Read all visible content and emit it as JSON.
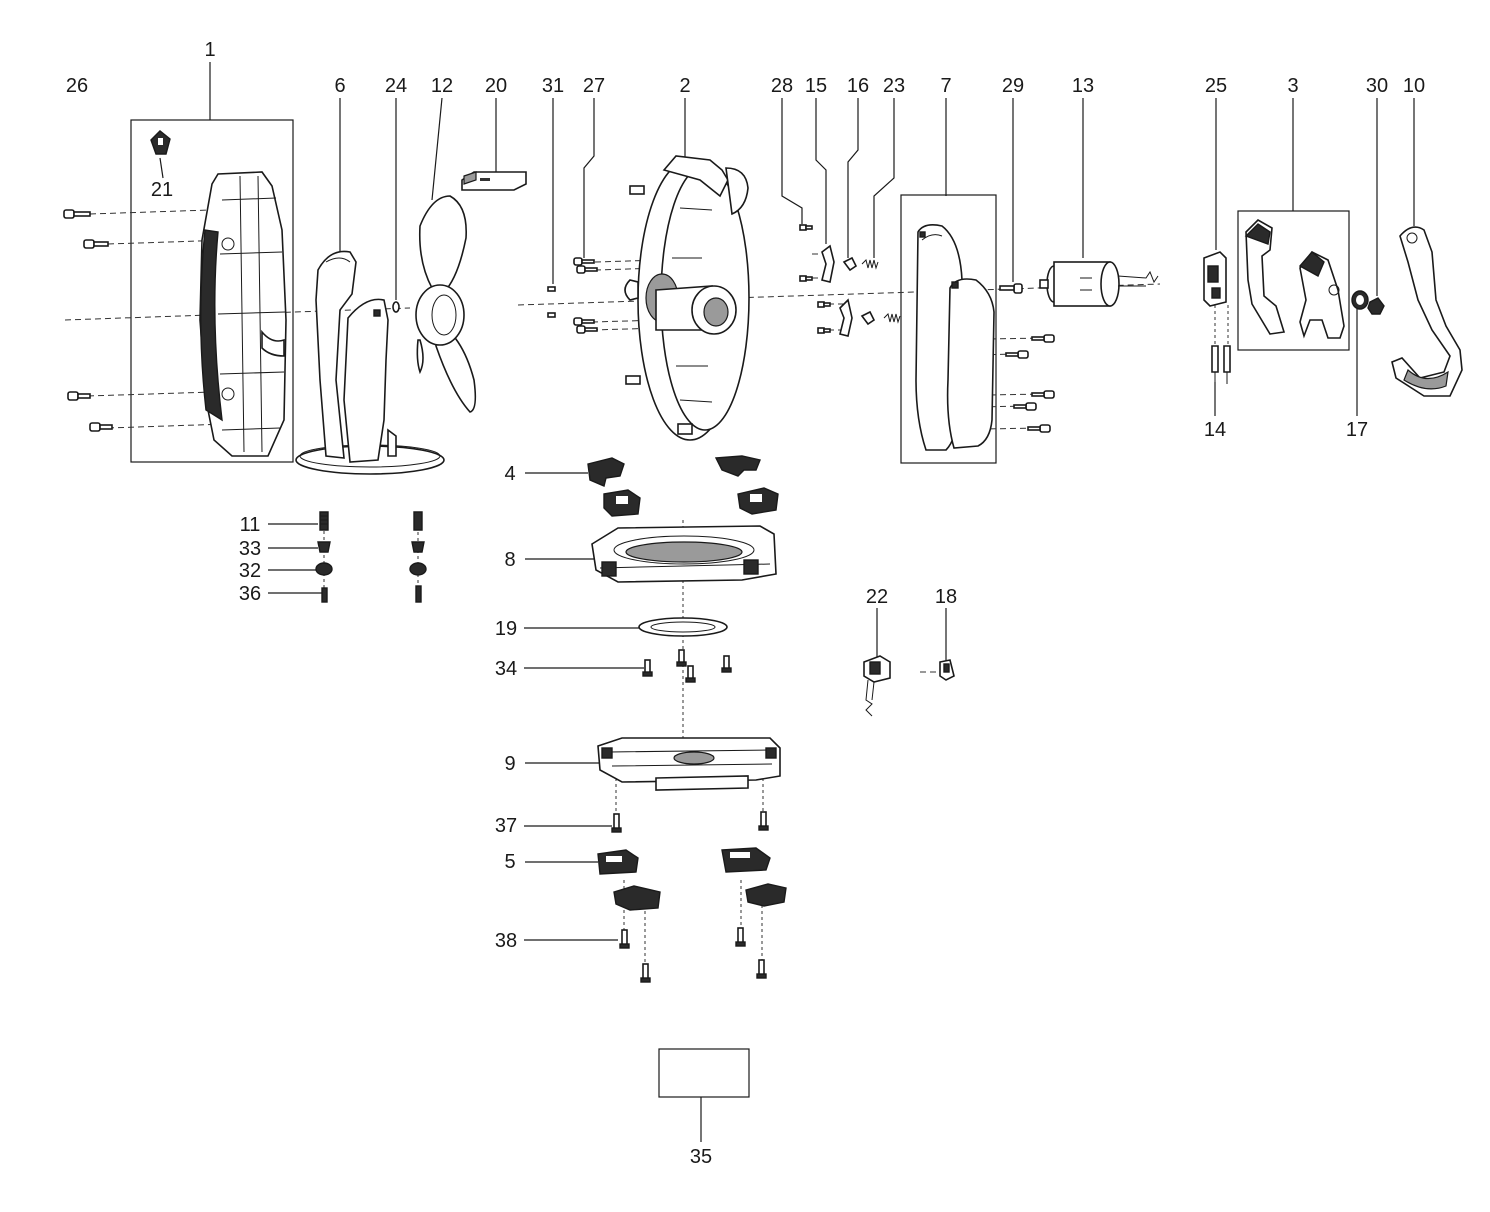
{
  "callouts": [
    {
      "id": "1",
      "label": "1"
    },
    {
      "id": "2",
      "label": "2"
    },
    {
      "id": "3",
      "label": "3"
    },
    {
      "id": "4",
      "label": "4"
    },
    {
      "id": "5",
      "label": "5"
    },
    {
      "id": "6",
      "label": "6"
    },
    {
      "id": "7",
      "label": "7"
    },
    {
      "id": "8",
      "label": "8"
    },
    {
      "id": "9",
      "label": "9"
    },
    {
      "id": "10",
      "label": "10"
    },
    {
      "id": "11",
      "label": "11"
    },
    {
      "id": "12",
      "label": "12"
    },
    {
      "id": "13",
      "label": "13"
    },
    {
      "id": "14",
      "label": "14"
    },
    {
      "id": "15",
      "label": "15"
    },
    {
      "id": "16",
      "label": "16"
    },
    {
      "id": "17",
      "label": "17"
    },
    {
      "id": "18",
      "label": "18"
    },
    {
      "id": "19",
      "label": "19"
    },
    {
      "id": "20",
      "label": "20"
    },
    {
      "id": "21",
      "label": "21"
    },
    {
      "id": "22",
      "label": "22"
    },
    {
      "id": "23",
      "label": "23"
    },
    {
      "id": "24",
      "label": "24"
    },
    {
      "id": "25",
      "label": "25"
    },
    {
      "id": "26",
      "label": "26"
    },
    {
      "id": "27",
      "label": "27"
    },
    {
      "id": "28",
      "label": "28"
    },
    {
      "id": "29",
      "label": "29"
    },
    {
      "id": "30",
      "label": "30"
    },
    {
      "id": "31",
      "label": "31"
    },
    {
      "id": "32",
      "label": "32"
    },
    {
      "id": "33",
      "label": "33"
    },
    {
      "id": "34",
      "label": "34"
    },
    {
      "id": "35",
      "label": "35"
    },
    {
      "id": "36",
      "label": "36"
    },
    {
      "id": "37",
      "label": "37"
    },
    {
      "id": "38",
      "label": "38"
    }
  ]
}
